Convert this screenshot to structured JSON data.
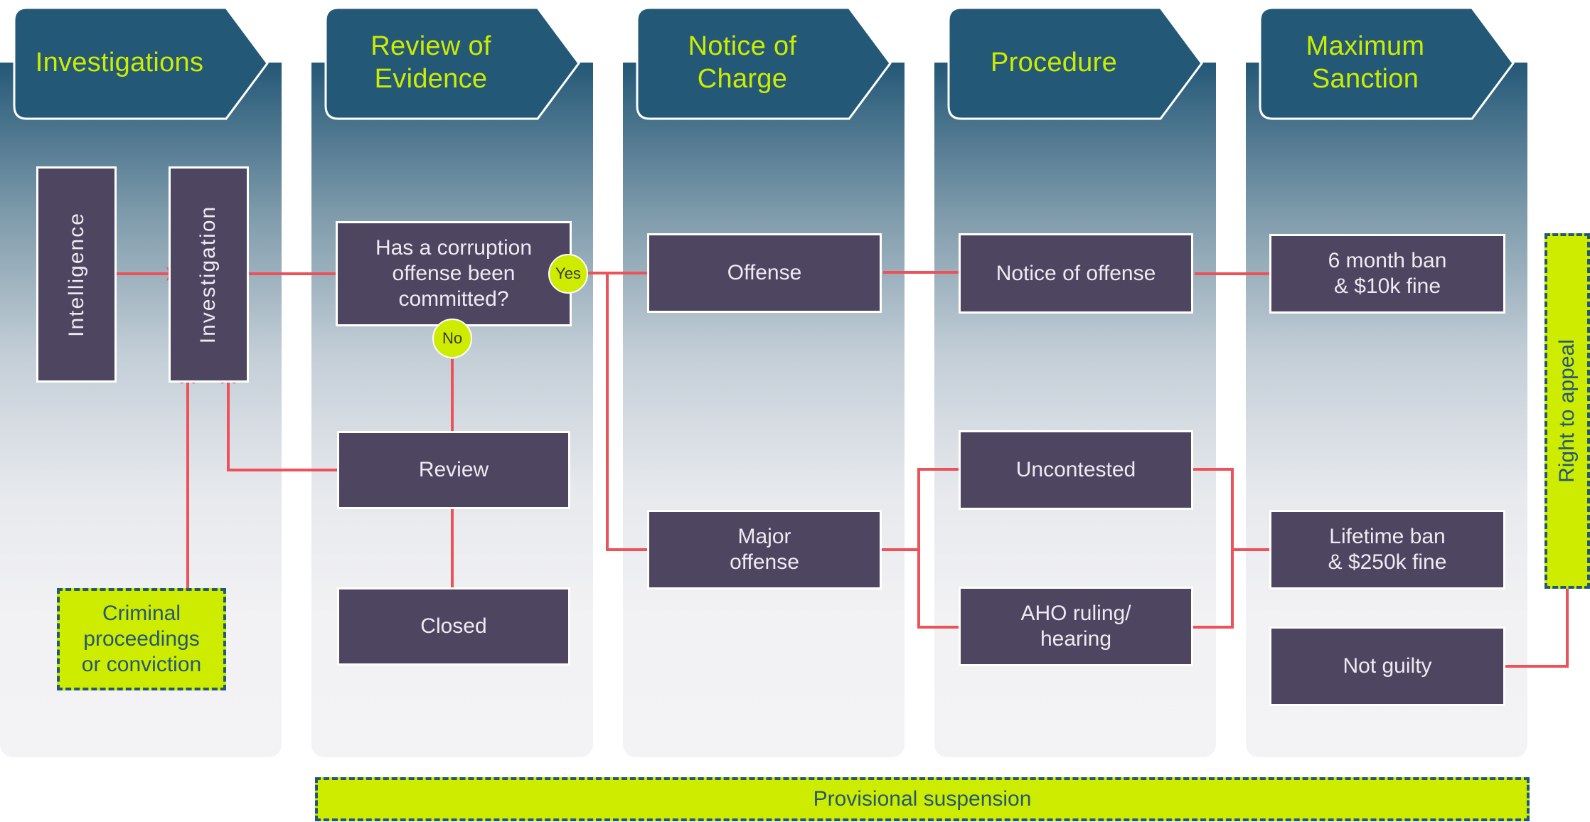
{
  "title": "Corruption case process flow",
  "colors": {
    "header_bg": "#245877",
    "header_text": "#cdec00",
    "box_bg": "#4e4560",
    "box_text": "#eeeaf2",
    "note_bg": "#cdec00",
    "note_border": "#245877",
    "arrow": "#ec5257"
  },
  "stages": [
    {
      "label": "Investigations"
    },
    {
      "label": "Review of Evidence",
      "lines": [
        "Review of",
        "Evidence"
      ]
    },
    {
      "label": "Notice of Charge",
      "lines": [
        "Notice of",
        "Charge"
      ]
    },
    {
      "label": "Procedure"
    },
    {
      "label": "Maximum Sanction",
      "lines": [
        "Maximum",
        "Sanction"
      ]
    }
  ],
  "nodes": {
    "intelligence": "Intelligence",
    "investigation": "Investigation",
    "question": [
      "Has a corruption",
      "offense been",
      "committed?"
    ],
    "yes": "Yes",
    "no": "No",
    "review": "Review",
    "closed": "Closed",
    "criminal": [
      "Criminal",
      "proceedings",
      "or conviction"
    ],
    "offense": "Offense",
    "major_offense": [
      "Major",
      "offense"
    ],
    "notice_of_offense": "Notice of offense",
    "uncontested": "Uncontested",
    "aho": [
      "AHO ruling/",
      "hearing"
    ],
    "six_month": [
      "6 month ban",
      "& $10k fine"
    ],
    "lifetime": [
      "Lifetime ban",
      "& $250k fine"
    ],
    "not_guilty": "Not guilty",
    "right_to_appeal": "Right to appeal",
    "provisional_suspension": "Provisional suspension"
  }
}
